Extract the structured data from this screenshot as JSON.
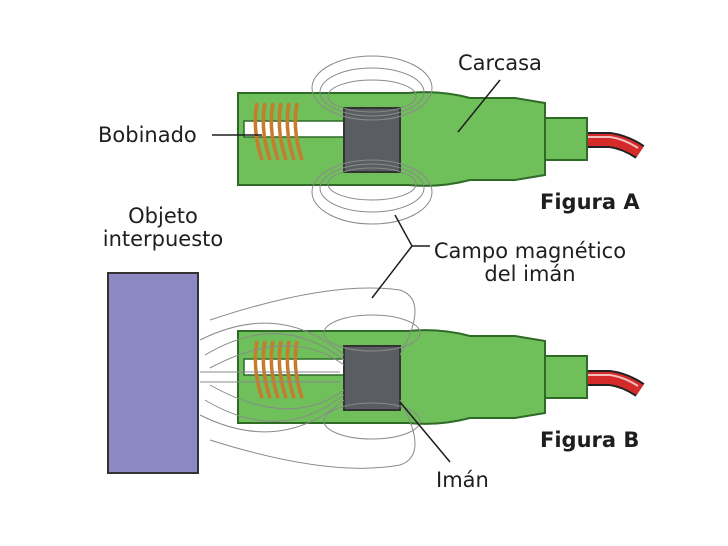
{
  "labels": {
    "carcasa": "Carcasa",
    "bobinado": "Bobinado",
    "objeto_line1": "Objeto",
    "objeto_line2": "interpuesto",
    "campo_line1": "Campo magnético",
    "campo_line2": "del imán",
    "figura_a": "Figura A",
    "figura_b": "Figura B",
    "iman": "Imán"
  },
  "colors": {
    "housing": "#6fbf5a",
    "housing_dark": "#3f8a33",
    "magnet": "#5a5e63",
    "coil": "#c97a2a",
    "object": "#8c88c4",
    "cable_red": "#d42a2a",
    "field_line": "#8a8a8a"
  }
}
